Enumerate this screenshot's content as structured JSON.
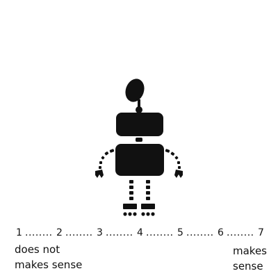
{
  "scale": {
    "points": [
      "1",
      "2",
      "3",
      "4",
      "5",
      "6",
      "7"
    ],
    "separator": "........"
  },
  "anchors": {
    "left": [
      "does not",
      "makes sense"
    ],
    "right": [
      "makes",
      "sense"
    ]
  },
  "colors": {
    "ink": "#111111",
    "background": "#ffffff"
  }
}
